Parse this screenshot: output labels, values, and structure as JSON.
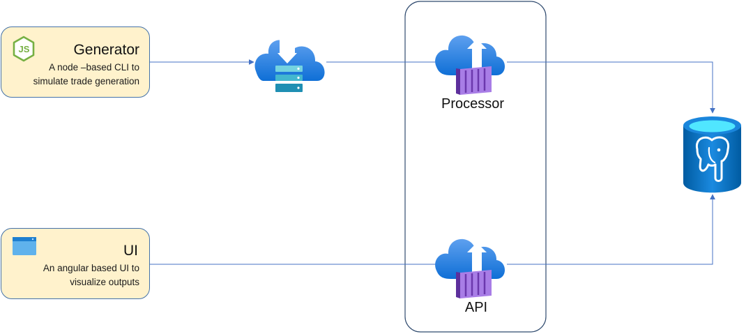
{
  "generator": {
    "title": "Generator",
    "description_line1": "A node –based CLI to",
    "description_line2": "simulate trade generation",
    "icon": "nodejs-icon"
  },
  "ui_client": {
    "title": "UI",
    "description_line1": "An angular based UI to",
    "description_line2": "visualize outputs",
    "icon": "browser-window-icon"
  },
  "services": {
    "queue_icon": "cloud-download-storage-icon",
    "processor_label": "Processor",
    "processor_icon": "cloud-upload-container-icon",
    "api_label": "API",
    "api_icon": "cloud-upload-container-icon",
    "database_icon": "postgresql-database-icon"
  },
  "colors": {
    "card_fill": "#fff2cc",
    "card_border": "#4472a8",
    "connector": "#4472c4",
    "cloud_blue": "#1e88e5",
    "container_purple": "#8a63d2",
    "database_blue": "#0078d4"
  }
}
